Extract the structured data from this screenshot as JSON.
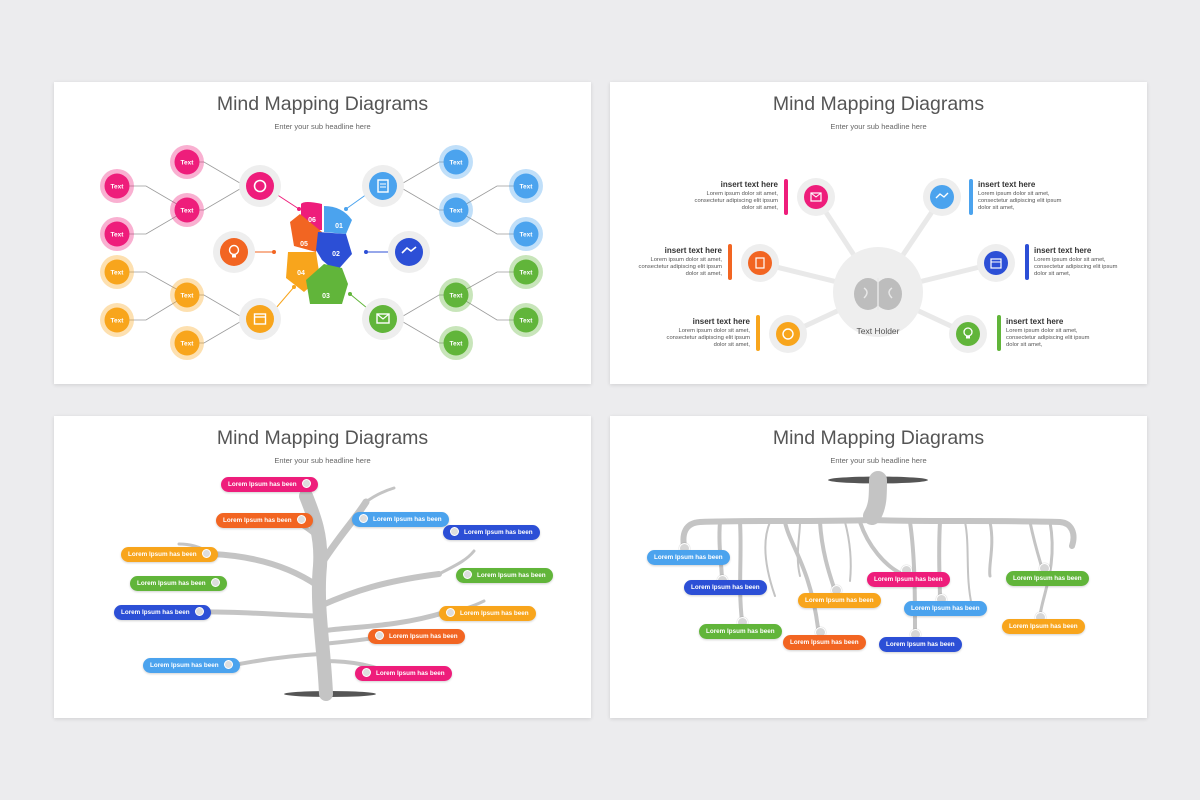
{
  "colors": {
    "pink": "#ee1d7b",
    "orange": "#f26522",
    "yellow": "#f8a51c",
    "green": "#61b53a",
    "lightblue": "#4ba3ee",
    "blue": "#2c4fd6",
    "gray": "#bdbdbd"
  },
  "slides": [
    {
      "title": "Mind Mapping Diagrams",
      "subtitle": "Enter your sub headline here",
      "node_label": "Text",
      "puzzle_numbers": [
        "01",
        "02",
        "03",
        "04",
        "05",
        "06"
      ]
    },
    {
      "title": "Mind Mapping Diagrams",
      "subtitle": "Enter your sub headline here",
      "center_label": "Text Holder",
      "items": [
        {
          "title": "insert text here",
          "body": "Lorem ipsum dolor sit amet, consectetur adipiscing elit ipsum dolor sit amet,"
        },
        {
          "title": "insert text here",
          "body": "Lorem ipsum dolor sit amet, consectetur adipiscing elit ipsum dolor sit amet,"
        },
        {
          "title": "insert text here",
          "body": "Lorem ipsum dolor sit amet, consectetur adipiscing elit ipsum dolor sit amet,"
        },
        {
          "title": "insert text here",
          "body": "Lorem ipsum dolor sit amet, consectetur adipiscing elit ipsum dolor sit amet,"
        },
        {
          "title": "insert text here",
          "body": "Lorem ipsum dolor sit amet, consectetur adipiscing elit ipsum dolor sit amet,"
        },
        {
          "title": "insert text here",
          "body": "Lorem ipsum dolor sit amet, consectetur adipiscing elit ipsum dolor sit amet,"
        }
      ]
    },
    {
      "title": "Mind Mapping Diagrams",
      "subtitle": "Enter your sub headline here",
      "pills": [
        "Lorem Ipsum has been",
        "Lorem Ipsum has been",
        "Lorem Ipsum has been",
        "Lorem Ipsum has been",
        "Lorem Ipsum has been",
        "Lorem Ipsum has been",
        "Lorem Ipsum has been",
        "Lorem Ipsum has been",
        "Lorem Ipsum has been",
        "Lorem Ipsum has been",
        "Lorem Ipsum has been",
        "Lorem Ipsum has been"
      ]
    },
    {
      "title": "Mind Mapping Diagrams",
      "subtitle": "Enter your sub headline here",
      "pills": [
        "Lorem Ipsum has been",
        "Lorem Ipsum has been",
        "Lorem Ipsum has been",
        "Lorem Ipsum has been",
        "Lorem Ipsum has been",
        "Lorem Ipsum has been",
        "Lorem Ipsum has been",
        "Lorem Ipsum has been",
        "Lorem Ipsum has been",
        "Lorem Ipsum has been"
      ]
    }
  ]
}
